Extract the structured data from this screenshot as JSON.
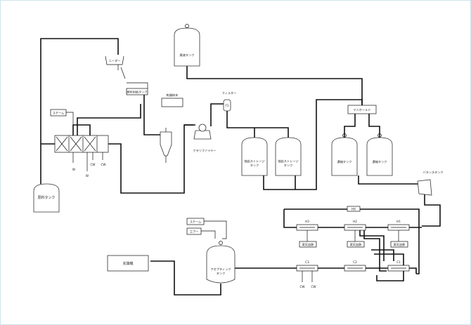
{
  "labels": {
    "kneader": "ニーダー",
    "feed_tank": "原料供給タンク",
    "dryer_small": "乾燥粉末",
    "filter": "フィルター",
    "filter_code": "F1",
    "steam_top": "スチーム",
    "raw_tank": "原料タンク",
    "cyclone": "クラリファイヤー",
    "storage_tank_1a": "抽出ストレージ",
    "storage_tank_1b": "タンク",
    "storage_tank_2a": "抽出ストレージ",
    "storage_tank_2b": "タンク",
    "recycle_tank": "廃液タンク",
    "manifold": "マニホールド",
    "conc_tank_1": "濃縮タンク",
    "conc_tank_2": "濃縮タンク",
    "balance_tank": "バランスタンク",
    "hx_code": "HX",
    "steam": "スチーム",
    "air": "エアー",
    "aseptic_tank_a": "アセプティック",
    "aseptic_tank_b": "タンク",
    "filler": "充填機",
    "h3": "H3",
    "h2": "H2",
    "h1": "H1",
    "c3": "C3",
    "c2": "C2",
    "c1": "C1",
    "hx3_unit": "蒸気加熱",
    "hx2_unit": "蒸気加熱",
    "hx1_unit": "蒸気加熱",
    "w1": "W",
    "cw1": "CW",
    "w2": "W",
    "cw2": "CW",
    "cw_a": "CW",
    "cw_b": "CW"
  },
  "colors": {
    "line": "#111111",
    "frame": "#cfe3ee",
    "background": "#ffffff"
  }
}
